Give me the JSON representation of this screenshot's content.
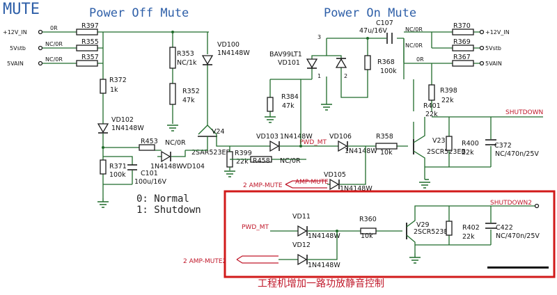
{
  "titles": {
    "mute": "MUTE",
    "power_off": "Power Off Mute",
    "power_on": "Power On Mute"
  },
  "legend": {
    "normal": "0: Normal",
    "shutdown": "1: Shutdown"
  },
  "nets": {
    "v12_left": "+12V_IN",
    "v5stb_left": "5Vstb",
    "v5ain_left": "5VAIN",
    "v12_right": "+12V_IN",
    "v5stb_right": "5Vstb",
    "v5ain_right": "5VAIN",
    "shutdown": "SHUTDOWN",
    "shutdown2": "SHUTDOWN2",
    "pwd_mt": "PWD_MT",
    "pwd_mt2": "PWD_MT",
    "amp_mute": "2  AMP-MUTE",
    "amp_mute_flag": "AMP-MUTE",
    "amp_mute2": "2  AMP-MUTE2"
  },
  "components": {
    "r397": {
      "ref": "R397",
      "val": "0R"
    },
    "r355": {
      "ref": "R355",
      "val": "NC/0R"
    },
    "r357": {
      "ref": "R357",
      "val": "NC/0R"
    },
    "r353": {
      "ref": "R353",
      "val": "NC/1k"
    },
    "r352": {
      "ref": "R352",
      "val": "47k"
    },
    "vd100": {
      "ref": "VD100",
      "val": "1N4148W"
    },
    "r372": {
      "ref": "R372",
      "val": "1k"
    },
    "vd102": {
      "ref": "VD102",
      "val": "1N4148W"
    },
    "v24": {
      "ref": "V24",
      "val": "2SAR523EB"
    },
    "r453": {
      "ref": "R453",
      "val": "NC/0R"
    },
    "vd104": {
      "ref": "1N4148W",
      "val": "VD104"
    },
    "r371": {
      "ref": "R371",
      "val": "100k"
    },
    "c101": {
      "ref": "C101",
      "val": "100u/16V"
    },
    "r399": {
      "ref": "R399",
      "val": "22k"
    },
    "r458": {
      "ref": "R458",
      "val": "NC/0R"
    },
    "vd103": {
      "ref": "VD103",
      "val": "1N4148W"
    },
    "vd106": {
      "ref": "VD106",
      "val": "1N4148W"
    },
    "r358": {
      "ref": "R358",
      "val": "10k"
    },
    "vd105": {
      "ref": "VD105",
      "val": "1N4148W"
    },
    "bav99": {
      "ref": "BAV99LT1",
      "val": "VD101"
    },
    "r384": {
      "ref": "R384",
      "val": "47k"
    },
    "c107": {
      "ref": "C107",
      "val": "47u/16V"
    },
    "r368": {
      "ref": "R368",
      "val": "100k"
    },
    "r370": {
      "ref": "R370",
      "val": "NC/0R"
    },
    "r369": {
      "ref": "R369",
      "val": "NC/0R"
    },
    "r367": {
      "ref": "R367",
      "val": "0R"
    },
    "r398": {
      "ref": "R398",
      "val": "22k"
    },
    "r401": {
      "ref": "R401",
      "val": "22k"
    },
    "v23": {
      "ref": "V23",
      "val": "2SCR523EB"
    },
    "r400": {
      "ref": "R400",
      "val": "22k"
    },
    "c372": {
      "ref": "C372",
      "val": "NC/470n/25V"
    },
    "vd11": {
      "ref": "VD11",
      "val": "1N4148W"
    },
    "vd12": {
      "ref": "VD12",
      "val": "1N4148W"
    },
    "r360": {
      "ref": "R360",
      "val": "10k"
    },
    "v29": {
      "ref": "V29",
      "val": "2SCR523EB"
    },
    "r402": {
      "ref": "R402",
      "val": "22k"
    },
    "c422": {
      "ref": "C422",
      "val": "NC/470n/25V"
    }
  },
  "note": "工程机增加一路功放静音控制",
  "colors": {
    "wire": "#1f6b2a",
    "net_label": "#c0182a",
    "frame": "#d11a1a",
    "title": "#2e5fa8"
  }
}
